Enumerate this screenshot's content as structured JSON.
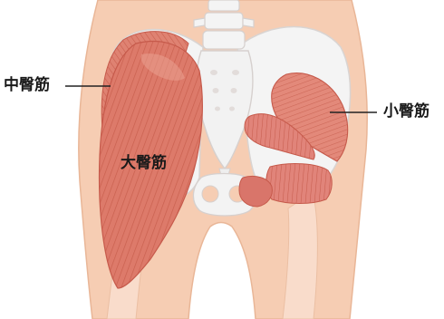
{
  "labels": {
    "gluteus_medius": "中臀筋",
    "gluteus_maximus": "大臀筋",
    "gluteus_minimus": "小臀筋"
  },
  "colors": {
    "skin": "#f6cdb3",
    "skin_outline": "#e9b697",
    "bone": "#f4f4f4",
    "bone_shadow": "#d9d4d2",
    "muscle": "#dd7a6a",
    "muscle_dark": "#c65a4b",
    "muscle_light": "#eaa090",
    "line": "#222222",
    "text": "#1a1a1a"
  }
}
